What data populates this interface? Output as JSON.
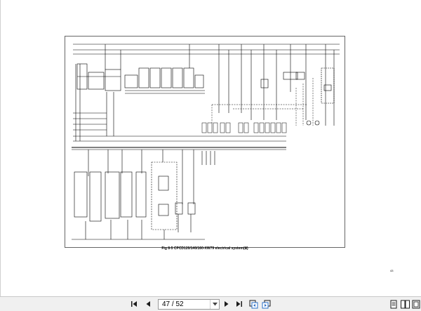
{
  "document": {
    "caption": "Fig 8-5 CPCD120/140/160-XW79 electrical system(Ⅲ)",
    "page_number": "43"
  },
  "viewer": {
    "page_indicator": "47 / 52",
    "icons": {
      "first": "first-page-icon",
      "prev": "previous-page-icon",
      "next": "next-page-icon",
      "last": "last-page-icon",
      "back": "go-back-icon",
      "forward": "go-forward-icon",
      "single": "single-page-view-icon",
      "double": "double-page-view-icon",
      "fit": "fit-page-icon"
    },
    "colors": {
      "toolbar_bg": "#f0f0f0",
      "icon": "#1c1c1c",
      "accent": "#2a6fc9"
    }
  }
}
